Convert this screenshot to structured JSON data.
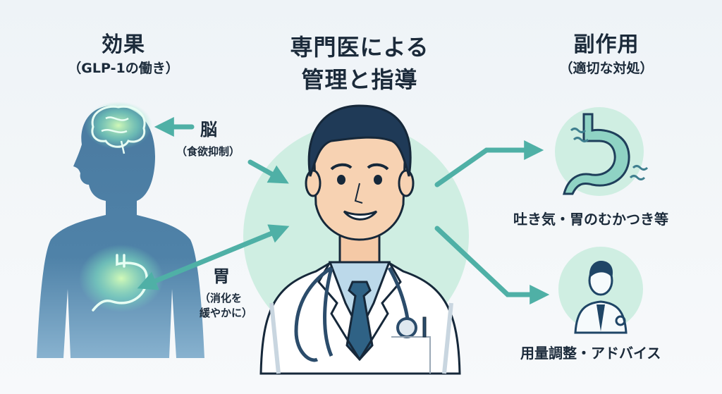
{
  "sections": {
    "effect": {
      "title": "効果",
      "subtitle": "（GLP-1の働き）"
    },
    "management": {
      "title_line1": "専門医による",
      "title_line2": "管理と指導"
    },
    "side_effects": {
      "title": "副作用",
      "subtitle": "（適切な対処）"
    }
  },
  "organs": {
    "brain": {
      "label": "脳",
      "description": "（食欲抑制）"
    },
    "stomach": {
      "label": "胃",
      "description_line1": "（消化を",
      "description_line2": "緩やかに）"
    }
  },
  "outcomes": {
    "nausea": {
      "caption": "吐き気・胃のむかつき等"
    },
    "adjustment": {
      "caption": "用量調整・アドバイス"
    }
  },
  "colors": {
    "background": "#f1f5f8",
    "text": "#1b2a3a",
    "arrow": "#4fb0a6",
    "accent_circle": "#cfeee2",
    "silhouette": "#4f7ea3",
    "navy": "#1f4566"
  },
  "icons": [
    "human-silhouette",
    "brain-icon",
    "stomach-icon",
    "doctor-illustration",
    "nausea-stomach-icon",
    "doctor-avatar-icon"
  ]
}
